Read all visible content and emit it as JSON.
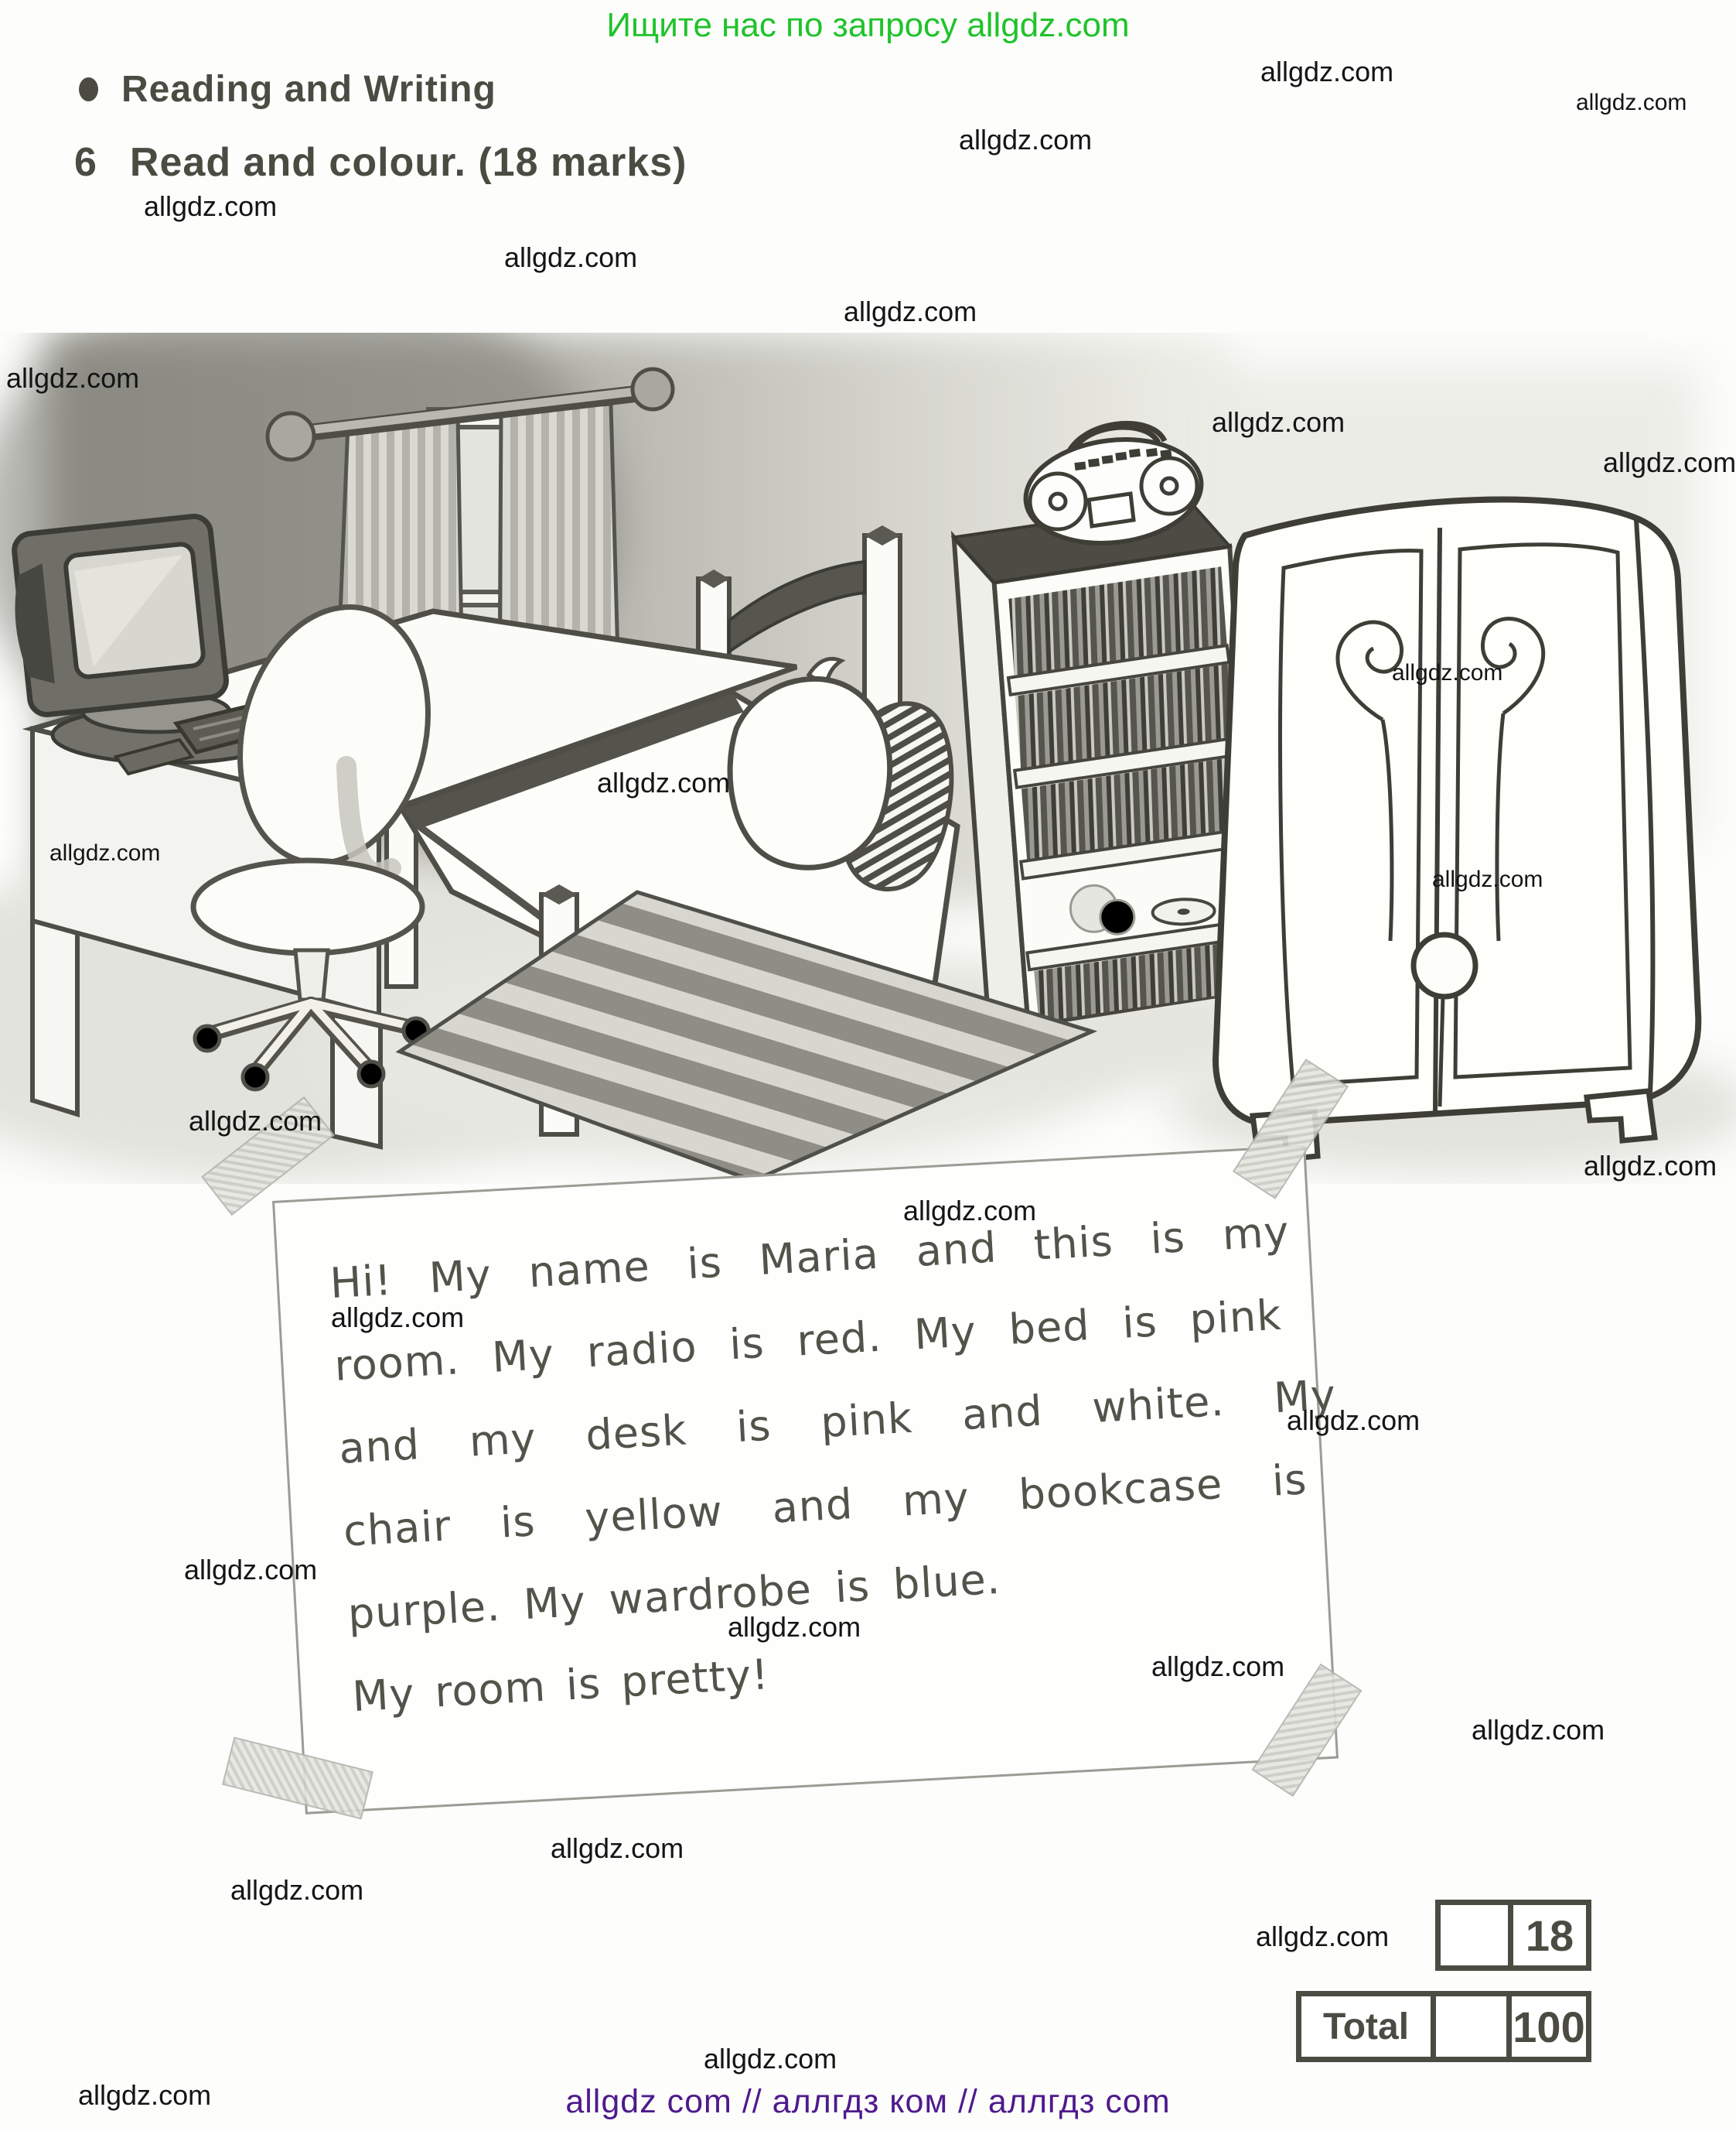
{
  "page": {
    "header_promo": "Ищите нас по запросу allgdz.com",
    "section_title": "Reading and Writing",
    "exercise_number": "6",
    "exercise_title": "Read and colour. (18 marks)",
    "footer": "allgdz com  //  аллгдз ком  //  аллгдз com",
    "colors": {
      "promo_green": "#1fc32b",
      "heading_gray": "#4b4b42",
      "footer_purple": "#4e1a8c",
      "watermark_black": "#141414"
    }
  },
  "note": {
    "lines": [
      "Hi! My name is Maria and this is my",
      "room. My radio is red. My bed is pink",
      "and my desk is pink and white. My",
      "chair is yellow and my bookcase is",
      "purple. My wardrobe is blue.",
      "My room is pretty!"
    ]
  },
  "score": {
    "exercise_max": "18",
    "total_label": "Total",
    "total_max": "100"
  },
  "illustration": {
    "objects": [
      "computer",
      "desk",
      "chair",
      "bed",
      "pillow",
      "curtains",
      "window",
      "curtain-rod",
      "radio",
      "bookcase",
      "wardrobe",
      "rug"
    ]
  },
  "watermarks": {
    "text": "allgdz.com",
    "positions": [
      [
        1630,
        72,
        36
      ],
      [
        2038,
        116,
        30
      ],
      [
        1240,
        160,
        36
      ],
      [
        186,
        246,
        36
      ],
      [
        652,
        312,
        36
      ],
      [
        1091,
        382,
        36
      ],
      [
        8,
        468,
        36
      ],
      [
        1567,
        525,
        36
      ],
      [
        2073,
        577,
        36
      ],
      [
        1800,
        853,
        30
      ],
      [
        772,
        991,
        36
      ],
      [
        64,
        1086,
        30
      ],
      [
        1852,
        1120,
        30
      ],
      [
        244,
        1428,
        36
      ],
      [
        2048,
        1486,
        36
      ],
      [
        1168,
        1544,
        36
      ],
      [
        428,
        1682,
        36
      ],
      [
        1664,
        1815,
        36
      ],
      [
        238,
        2008,
        36
      ],
      [
        941,
        2082,
        36
      ],
      [
        1489,
        2133,
        36
      ],
      [
        1903,
        2215,
        36
      ],
      [
        712,
        2368,
        36
      ],
      [
        298,
        2422,
        36
      ],
      [
        1624,
        2482,
        36
      ],
      [
        910,
        2640,
        36
      ],
      [
        101,
        2687,
        36
      ]
    ]
  }
}
